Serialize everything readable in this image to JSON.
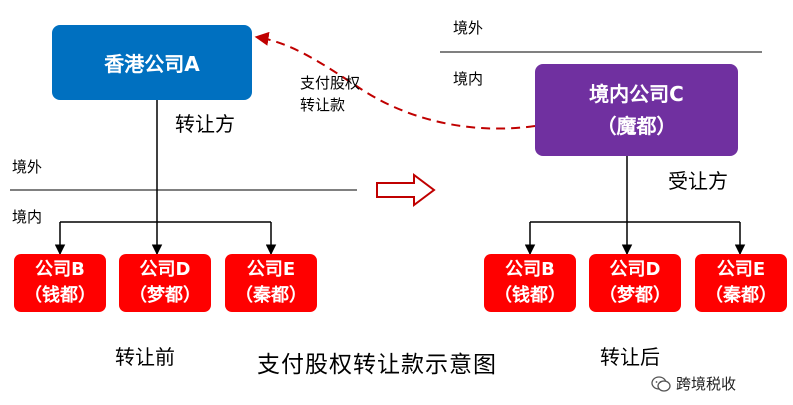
{
  "boxes": {
    "hk_company": "香港公司A",
    "china_company_line1": "境内公司C",
    "china_company_line2": "（魔都）"
  },
  "subsidiaries_before": [
    {
      "name": "公司B",
      "city": "（钱都）"
    },
    {
      "name": "公司D",
      "city": "（梦都）"
    },
    {
      "name": "公司E",
      "city": "（秦都）"
    }
  ],
  "subsidiaries_after": [
    {
      "name": "公司B",
      "city": "（钱都）"
    },
    {
      "name": "公司D",
      "city": "（梦都）"
    },
    {
      "name": "公司E",
      "city": "（秦都）"
    }
  ],
  "labels": {
    "transferor": "转让方",
    "transferee": "受让方",
    "payment_line1": "支付股权",
    "payment_line2": "转让款",
    "offshore_left": "境外",
    "onshore_left": "境内",
    "offshore_right": "境外",
    "onshore_right": "境内",
    "before": "转让前",
    "after": "转让后"
  },
  "caption": "支付股权转让款示意图",
  "watermark": "跨境税收",
  "colors": {
    "hk_box": "#0070C0",
    "china_box": "#7030A0",
    "subsidiary": "#FF0000",
    "dashed_arrow": "#C00000"
  },
  "icons": {
    "transition_arrow": "right-hollow-arrow-icon",
    "watermark_icon": "wechat-icon"
  }
}
